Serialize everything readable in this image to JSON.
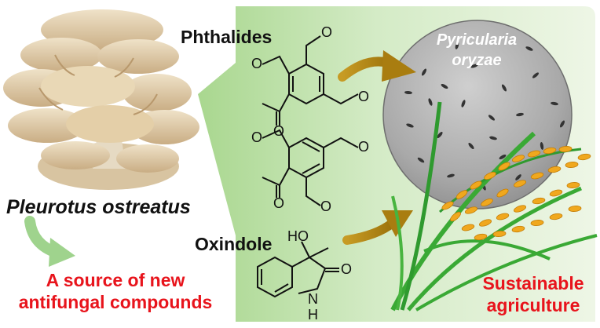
{
  "labels": {
    "organism": "Pleurotus ostreatus",
    "source_line1": "A source of new",
    "source_line2": "antifungal compounds",
    "phthalides": "Phthalides",
    "oxindole": "Oxindole",
    "pathogen_line1": "Pyricularia",
    "pathogen_line2": "oryzae",
    "sustainable_line1": "Sustainable",
    "sustainable_line2": "agriculture"
  },
  "atoms": {
    "oxygen": "O",
    "hydroxyl": "HO",
    "amine_n": "N",
    "amine_h": "H"
  },
  "colors": {
    "panel_green": "#cfe6bf",
    "red_text": "#e8141c",
    "arrow_gold": "#b68a12",
    "stem_green": "#3aa935",
    "grain_gold": "#f0a81e",
    "light_arrow_green": "#9fd38d"
  },
  "icons": [
    "mushroom-icon",
    "rice-plant-icon",
    "micrograph-circle-icon"
  ]
}
